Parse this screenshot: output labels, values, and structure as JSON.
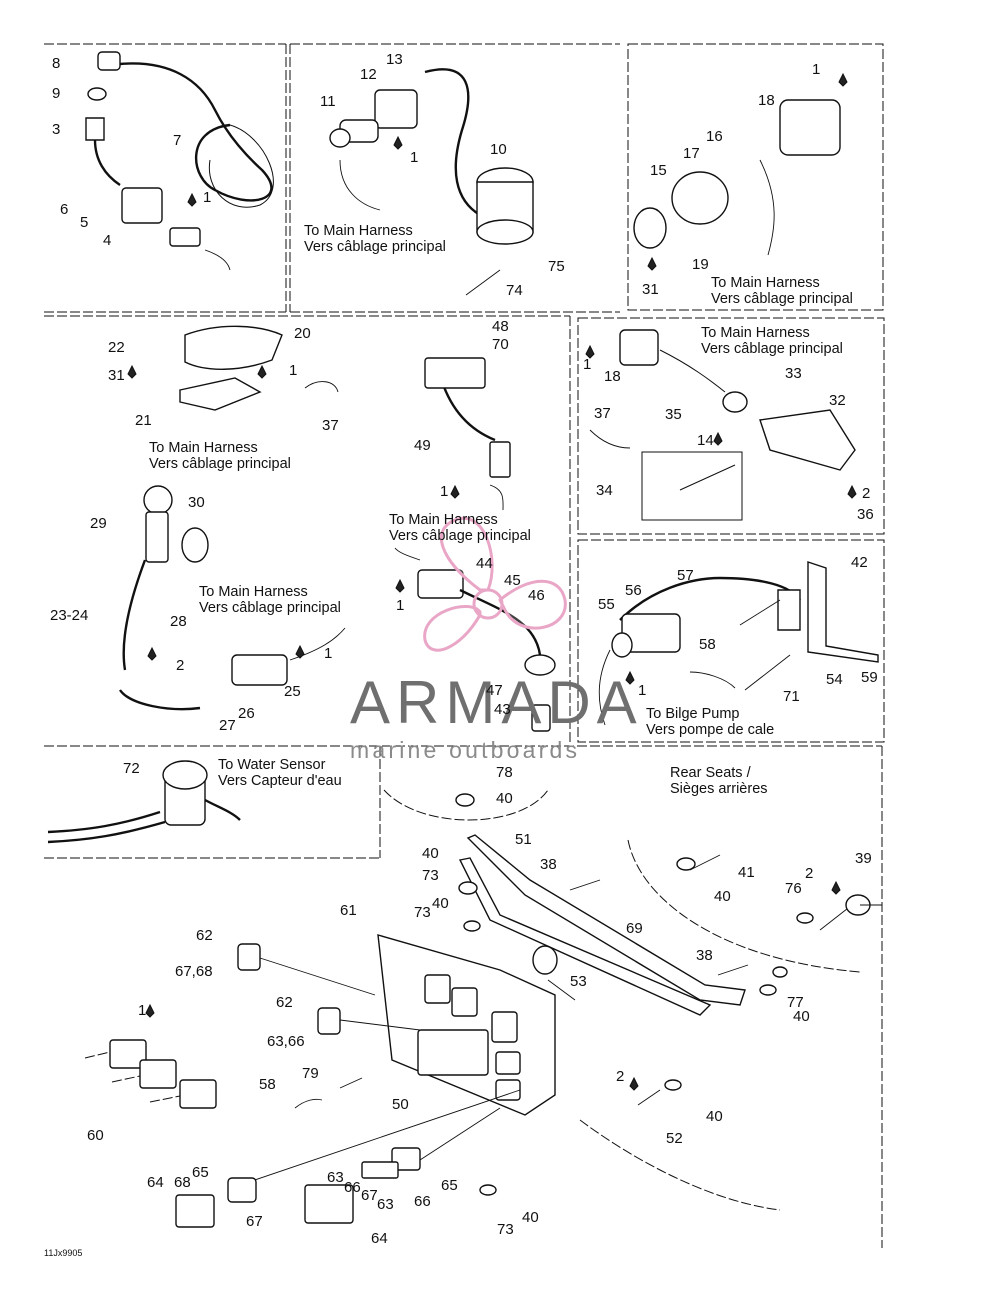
{
  "part_numbers": [
    {
      "label": "8"
    },
    {
      "label": "9"
    },
    {
      "label": "3"
    },
    {
      "label": "7"
    },
    {
      "label": "6"
    },
    {
      "label": "5"
    },
    {
      "label": "1"
    },
    {
      "label": "4"
    },
    {
      "label": "13"
    },
    {
      "label": "12"
    },
    {
      "label": "11"
    },
    {
      "label": "1"
    },
    {
      "label": "10"
    },
    {
      "label": "75"
    },
    {
      "label": "74"
    },
    {
      "label": "1"
    },
    {
      "label": "18"
    },
    {
      "label": "16"
    },
    {
      "label": "17"
    },
    {
      "label": "15"
    },
    {
      "label": "19"
    },
    {
      "label": "31"
    },
    {
      "label": "20"
    },
    {
      "label": "22"
    },
    {
      "label": "31"
    },
    {
      "label": "1"
    },
    {
      "label": "21"
    },
    {
      "label": "37"
    },
    {
      "label": "48"
    },
    {
      "label": "70"
    },
    {
      "label": "49"
    },
    {
      "label": "1"
    },
    {
      "label": "1"
    },
    {
      "label": "18"
    },
    {
      "label": "33"
    },
    {
      "label": "35"
    },
    {
      "label": "37"
    },
    {
      "label": "14"
    },
    {
      "label": "32"
    },
    {
      "label": "34"
    },
    {
      "label": "2"
    },
    {
      "label": "36"
    },
    {
      "label": "30"
    },
    {
      "label": "29"
    },
    {
      "label": "23-24"
    },
    {
      "label": "28"
    },
    {
      "label": "2"
    },
    {
      "label": "1"
    },
    {
      "label": "25"
    },
    {
      "label": "26"
    },
    {
      "label": "27"
    },
    {
      "label": "44"
    },
    {
      "label": "45"
    },
    {
      "label": "46"
    },
    {
      "label": "1"
    },
    {
      "label": "47"
    },
    {
      "label": "43"
    },
    {
      "label": "57"
    },
    {
      "label": "56"
    },
    {
      "label": "55"
    },
    {
      "label": "42"
    },
    {
      "label": "58"
    },
    {
      "label": "1"
    },
    {
      "label": "71"
    },
    {
      "label": "54"
    },
    {
      "label": "59"
    },
    {
      "label": "72"
    },
    {
      "label": "78"
    },
    {
      "label": "40"
    },
    {
      "label": "51"
    },
    {
      "label": "40"
    },
    {
      "label": "73"
    },
    {
      "label": "38"
    },
    {
      "label": "41"
    },
    {
      "label": "40"
    },
    {
      "label": "39"
    },
    {
      "label": "2"
    },
    {
      "label": "76"
    },
    {
      "label": "61"
    },
    {
      "label": "73"
    },
    {
      "label": "40"
    },
    {
      "label": "69"
    },
    {
      "label": "62"
    },
    {
      "label": "67,68"
    },
    {
      "label": "53"
    },
    {
      "label": "38"
    },
    {
      "label": "77"
    },
    {
      "label": "40"
    },
    {
      "label": "62"
    },
    {
      "label": "63,66"
    },
    {
      "label": "1"
    },
    {
      "label": "79"
    },
    {
      "label": "58"
    },
    {
      "label": "50"
    },
    {
      "label": "2"
    },
    {
      "label": "40"
    },
    {
      "label": "60"
    },
    {
      "label": "52"
    },
    {
      "label": "65"
    },
    {
      "label": "64"
    },
    {
      "label": "68"
    },
    {
      "label": "67"
    },
    {
      "label": "63"
    },
    {
      "label": "66"
    },
    {
      "label": "67"
    },
    {
      "label": "63"
    },
    {
      "label": "65"
    },
    {
      "label": "66"
    },
    {
      "label": "40"
    },
    {
      "label": "73"
    },
    {
      "label": "64"
    }
  ],
  "captions": [
    {
      "en": "To Main Harness",
      "fr": "Vers câblage principal"
    },
    {
      "en": "To Main Harness",
      "fr": "Vers câblage principal"
    },
    {
      "en": "To Main Harness",
      "fr": "Vers câblage principal"
    },
    {
      "en": "To Main Harness",
      "fr": "Vers câblage principal"
    },
    {
      "en": "To Main Harness",
      "fr": "Vers câblage principal"
    },
    {
      "en": "To Main Harness",
      "fr": "Vers câblage principal"
    },
    {
      "en": "To Bilge Pump",
      "fr": "Vers pompe de cale"
    },
    {
      "en": "To Water Sensor",
      "fr": "Vers Capteur d'eau"
    },
    {
      "en": "Rear Seats /",
      "fr": "Sièges arrières"
    }
  ],
  "footer_code": "11Jx9905",
  "watermark": {
    "title": "ARMADA",
    "subtitle": "marine outboards",
    "title_color": "#6f6f6f",
    "logo_color": "#e9a6c6"
  }
}
